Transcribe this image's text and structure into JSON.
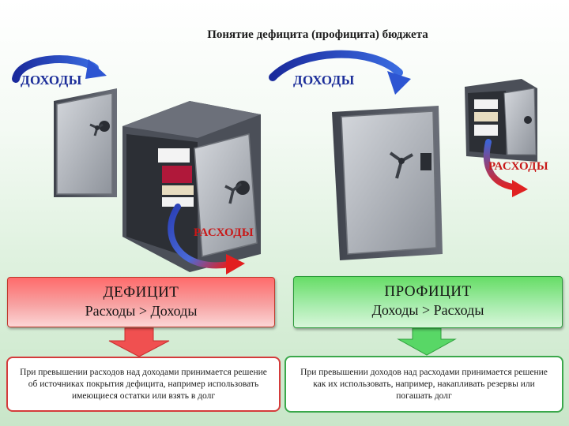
{
  "title": "Понятие дефицита (профицита) бюджета",
  "labels": {
    "income_left": "ДОХОДЫ",
    "income_right": "ДОХОДЫ",
    "expense_right": "РАСХОДЫ",
    "expense_center": "РАСХОДЫ"
  },
  "deficit": {
    "heading": "ДЕФИЦИТ",
    "relation": "Расходы > Доходы",
    "description": "При превышении расходов над доходами принимается решение об источниках покрытия дефицита, например использовать имеющиеся остатки или взять в долг"
  },
  "surplus": {
    "heading": "ПРОФИЦИТ",
    "relation": "Доходы > Расходы",
    "description": "При превышении доходов над расходами принимается решение как их использовать, например, накапливать резервы или погашать долг"
  },
  "colors": {
    "income_label": "#1d2f9a",
    "expense_label": "#c81818",
    "deficit_accent": "#f04a4a",
    "surplus_accent": "#4bd25a",
    "safe_body": "#5b5f6b",
    "safe_door": "#a8adb4"
  },
  "icons": [
    "safe-icon",
    "curved-arrow-icon",
    "down-arrow-icon"
  ]
}
